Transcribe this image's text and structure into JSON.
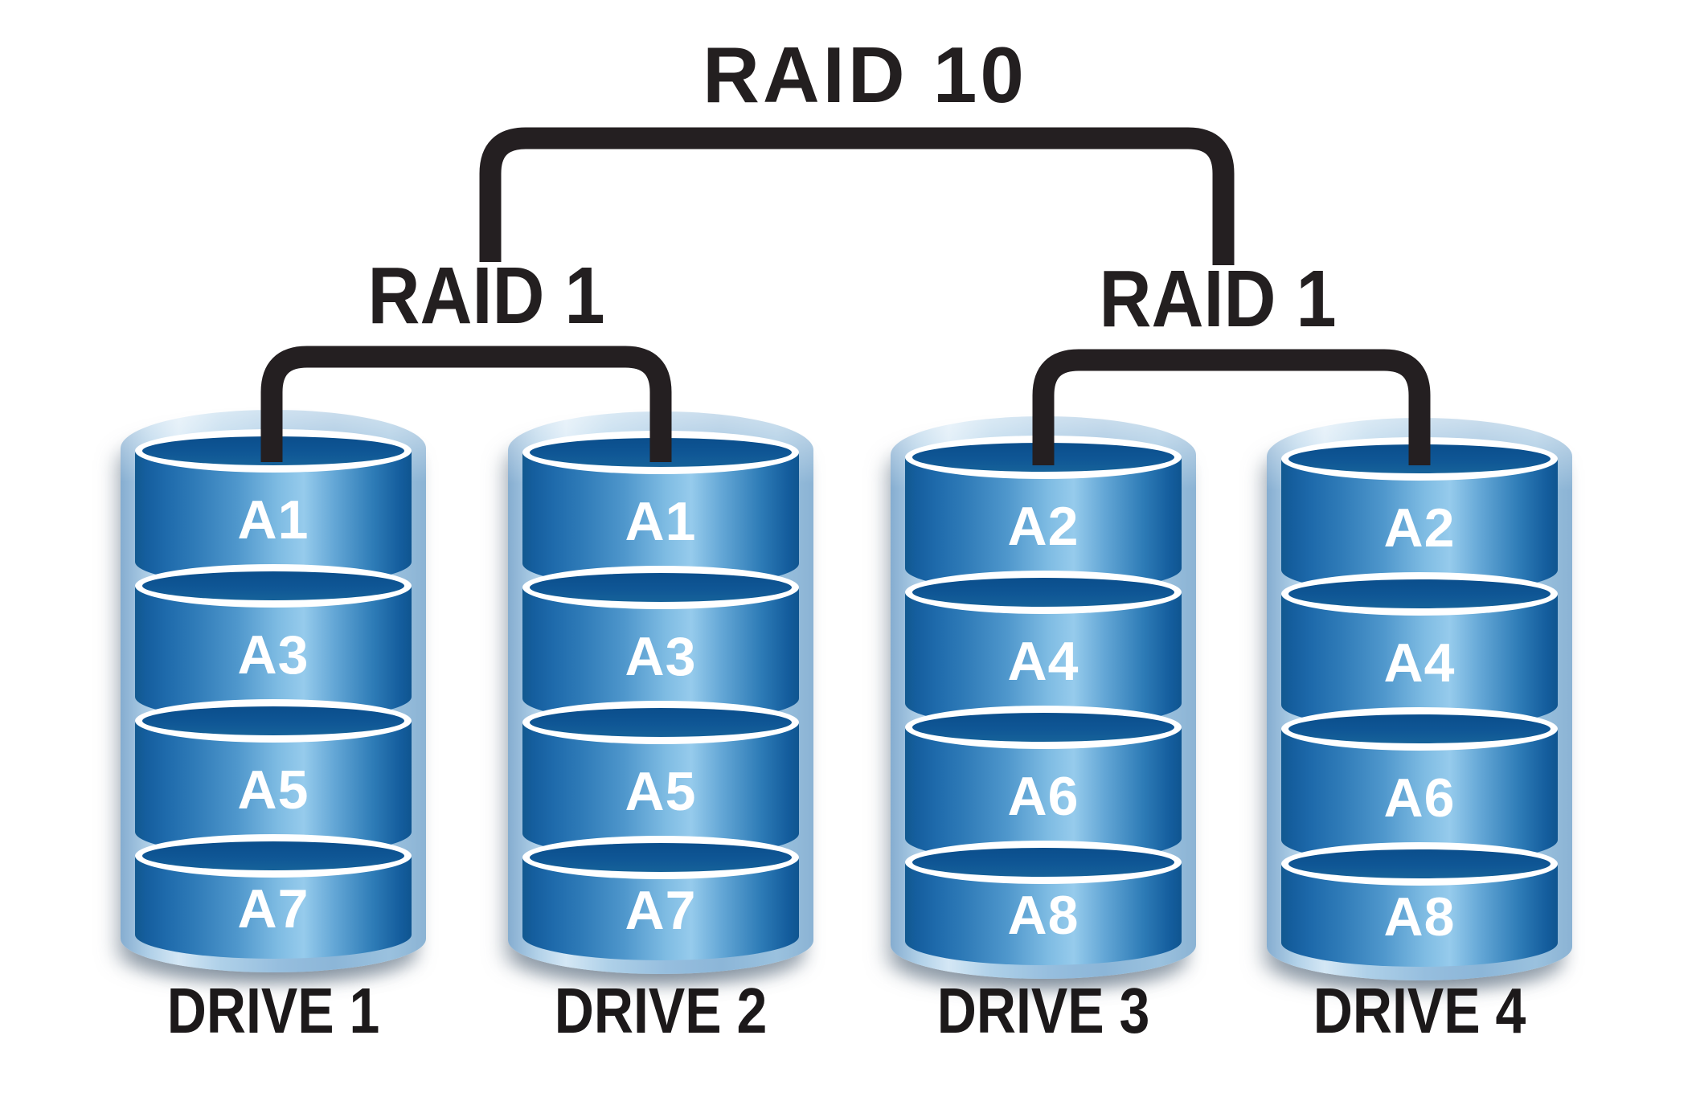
{
  "diagram": {
    "title": "RAID 10",
    "groups": [
      {
        "label": "RAID 1",
        "members": [
          "DRIVE 1",
          "DRIVE 2"
        ]
      },
      {
        "label": "RAID 1",
        "members": [
          "DRIVE 3",
          "DRIVE 4"
        ]
      }
    ],
    "drives": [
      {
        "name": "DRIVE 1",
        "blocks": [
          "A1",
          "A3",
          "A5",
          "A7"
        ]
      },
      {
        "name": "DRIVE 2",
        "blocks": [
          "A1",
          "A3",
          "A5",
          "A7"
        ]
      },
      {
        "name": "DRIVE 3",
        "blocks": [
          "A2",
          "A4",
          "A6",
          "A8"
        ]
      },
      {
        "name": "DRIVE 4",
        "blocks": [
          "A2",
          "A4",
          "A6",
          "A8"
        ]
      }
    ],
    "colors": {
      "connector": "#241f21",
      "heading_text": "#231f20",
      "block_text": "#ffffff",
      "cylinder_dark": "#0f5695",
      "cylinder_highlight": "#93c8ea",
      "glass_cylinder": "#a3c7e2",
      "background": "#ffffff"
    }
  }
}
